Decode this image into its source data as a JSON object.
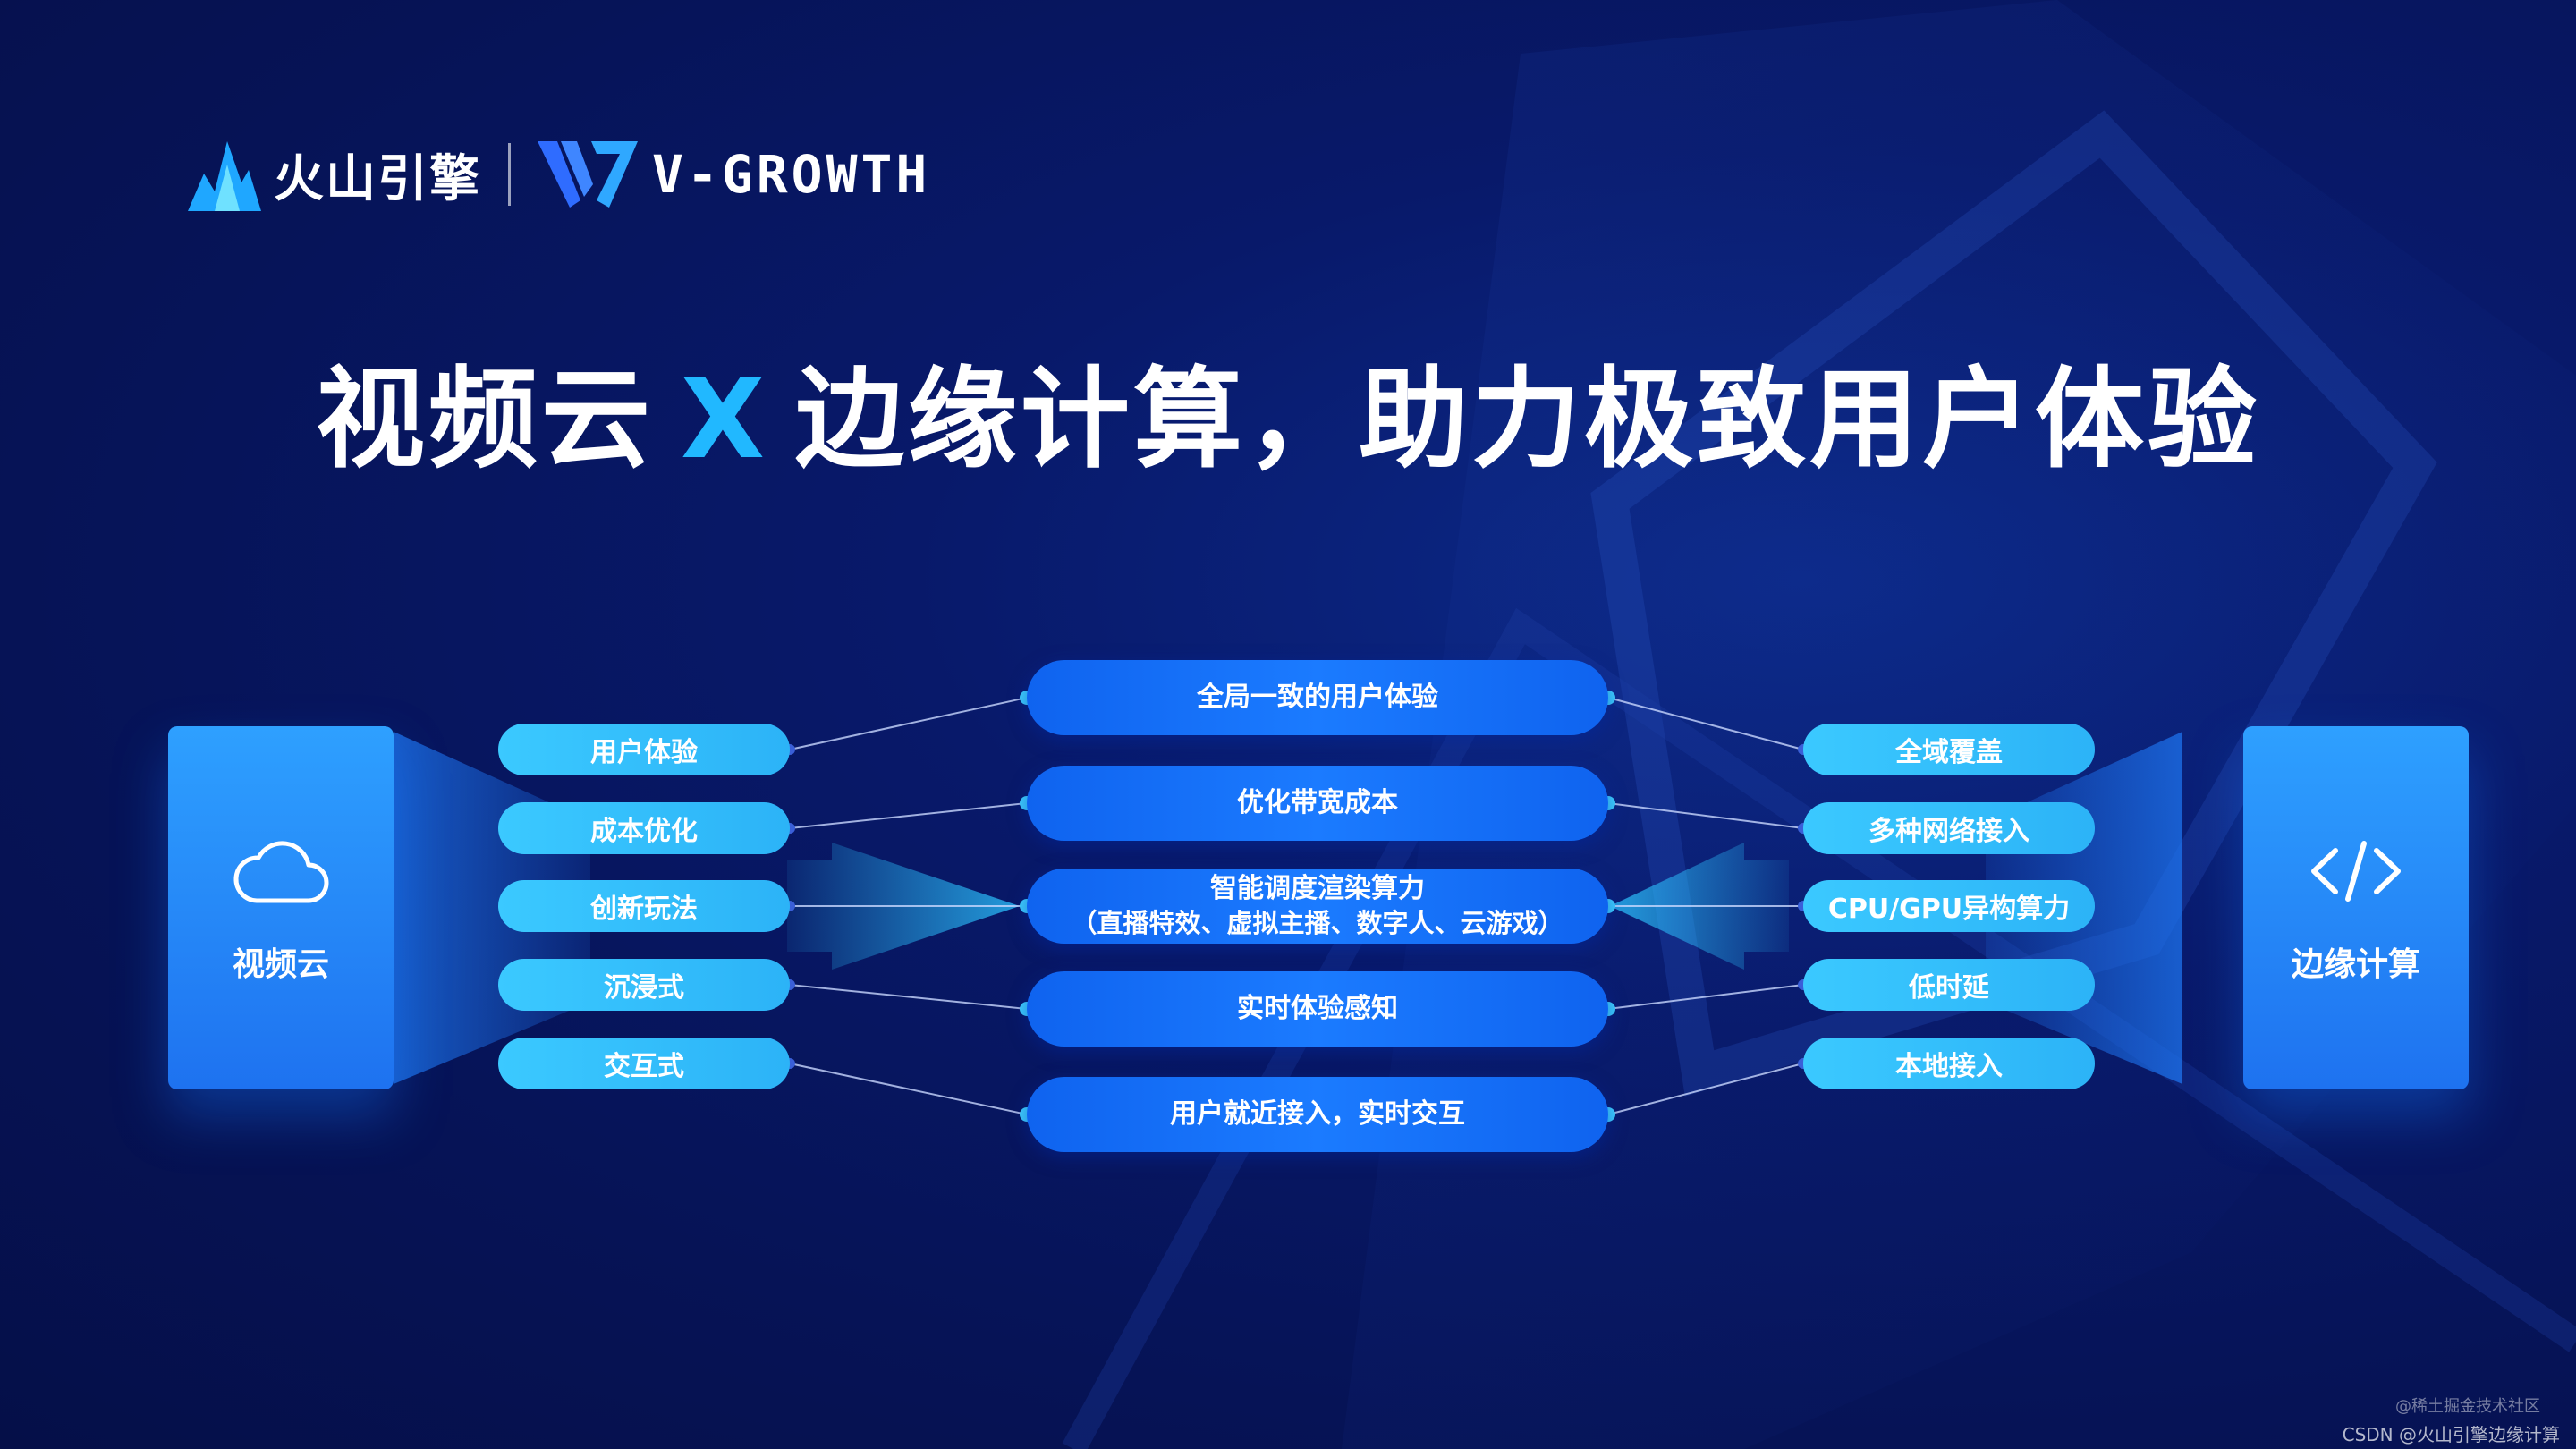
{
  "header": {
    "brand_cn": "火山引擎",
    "brand_en": "V-GROWTH"
  },
  "title": {
    "left": "视频云",
    "x": "X",
    "right": "边缘计算，助力极致用户体验"
  },
  "left_card": {
    "label": "视频云",
    "icon": "cloud-icon"
  },
  "right_card": {
    "label": "边缘计算",
    "icon": "code-icon"
  },
  "left_items": [
    "用户体验",
    "成本优化",
    "创新玩法",
    "沉浸式",
    "交互式"
  ],
  "center_items": [
    {
      "line1": "全局一致的用户体验",
      "line2": ""
    },
    {
      "line1": "优化带宽成本",
      "line2": ""
    },
    {
      "line1": "智能调度渲染算力",
      "line2": "（直播特效、虚拟主播、数字人、云游戏）"
    },
    {
      "line1": "实时体验感知",
      "line2": ""
    },
    {
      "line1": "用户就近接入，实时交互",
      "line2": ""
    }
  ],
  "right_items": [
    "全域覆盖",
    "多种网络接入",
    "CPU/GPU异构算力",
    "低时延",
    "本地接入"
  ],
  "footer": {
    "watermark_top": "@稀土掘金技术社区",
    "watermark_bottom": "CSDN @火山引擎边缘计算"
  },
  "colors": {
    "background": "#07175f",
    "accent": "#21b8ff",
    "pill_light": "#3bc9ff",
    "pill_dark": "#1b7bff"
  }
}
